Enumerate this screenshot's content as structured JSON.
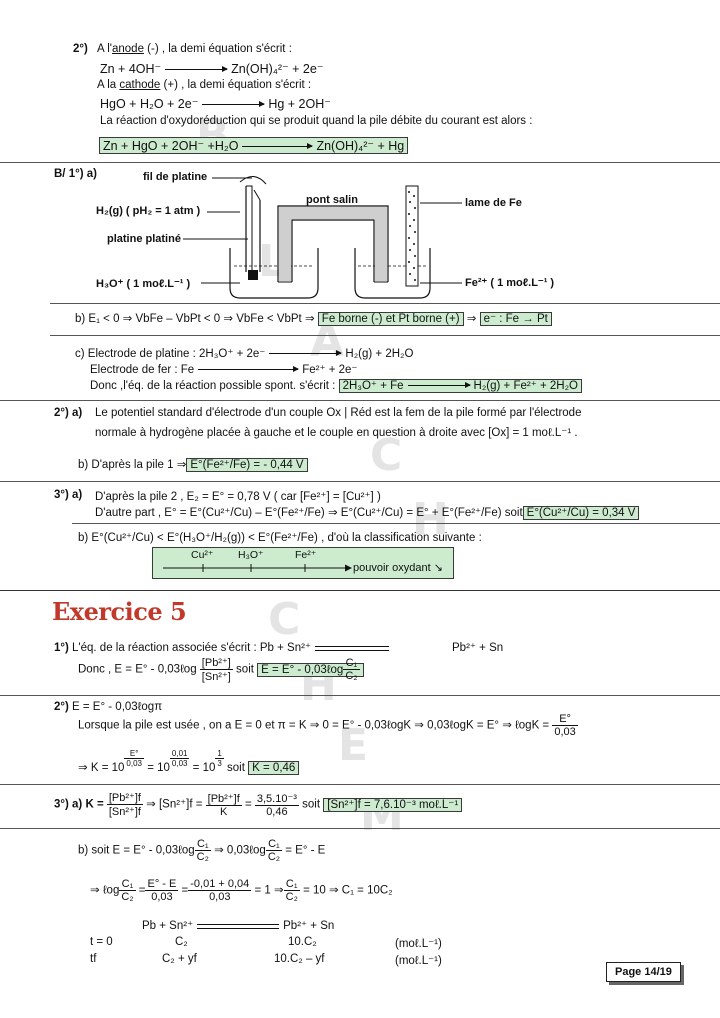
{
  "watermark": [
    "B",
    "L",
    "A",
    "C",
    "H",
    "C",
    "H",
    "E",
    "M"
  ],
  "part_a": {
    "q2_label": "2°)",
    "anode_pre": "A l'",
    "anode_word": "anode",
    "anode_post": " (-) ,  la demi équation s'écrit :",
    "anode_eq_left": "Zn + 4OH⁻",
    "anode_eq_right": "Zn(OH)₄²⁻ + 2e⁻",
    "cathode_pre": "A la ",
    "cathode_word": "cathode",
    "cathode_post": " (+) ,  la demi équation s'écrit :",
    "cathode_eq_left": "HgO + H₂O + 2e⁻",
    "cathode_eq_right": "Hg + 2OH⁻",
    "redox_sentence": "La réaction d'oxydoréduction qui se produit quand la pile débite du courant est alors :",
    "redox_left": "Zn + HgO + 2OH⁻ +H₂O",
    "redox_right": "Zn(OH)₄²⁻ + Hg"
  },
  "part_b": {
    "label": "B/  1°) a)",
    "diagram": {
      "fil_de_platine": "fil de platine",
      "h2": "H₂(g) ( pH₂ = 1 atm )",
      "platine_platine": "platine platiné",
      "h3o": "H₃O⁺ ( 1 moℓ.L⁻¹ )",
      "pont_salin": "pont salin",
      "lame_de_fe": "lame de Fe",
      "fe2": "Fe²⁺ ( 1 moℓ.L⁻¹ )"
    },
    "b_label": "b) E₁ < 0 ⇒ V",
    "b_line": "b) E₁ < 0 ⇒ VbFe – VbPt < 0 ⇒ VbFe < VbPt ⇒",
    "b_box1": "Fe borne (-) et Pt borne (+)",
    "b_implies": "⇒",
    "b_box2": "e⁻ : Fe → Pt",
    "c_line1_left": "c) Electrode de platine : 2H₃O⁺ + 2e⁻",
    "c_line1_right": "H₂(g) + 2H₂O",
    "c_line2_left": "Electrode    de    fer :          Fe",
    "c_line2_right": "Fe²⁺ + 2e⁻",
    "c_line3_text": "Donc ,l'éq. de la réaction possible spont. s'écrit :",
    "c_box_left": "2H₃O⁺ +  Fe",
    "c_box_right": "H₂(g) + Fe²⁺ + 2H₂O"
  },
  "q2b": {
    "label": "2°) a)",
    "line1": "Le potentiel  standard  d'électrode  d'un  couple Ox | Réd  est  la  fem de la pile formé par l'électrode",
    "line2": "normale à hydrogène placée à gauche et le couple en question à droite avec [Ox] = 1 moℓ.L⁻¹ .",
    "b_text": "b) D'après la pile 1 ⇒",
    "b_box": "E°(Fe²⁺/Fe) = - 0,44 V"
  },
  "q3b": {
    "label": "3°) a)",
    "line1": "D'après la pile 2 , E₂ = E° = 0,78 V ( car [Fe²⁺] = [Cu²⁺] )",
    "line2": "D'autre part ,  E° = E°(Cu²⁺/Cu) – E°(Fe²⁺/Fe) ⇒ E°(Cu²⁺/Cu) = E° + E°(Fe²⁺/Fe) soit",
    "line2_box": "E°(Cu²⁺/Cu) = 0,34 V",
    "b_line": "b) E°(Cu²⁺/Cu) < E°(H₃O⁺/H₂(g)) < E°(Fe²⁺/Fe) , d'où la classification suivante :",
    "scale_labels": [
      "Cu²⁺",
      "H₃O⁺",
      "Fe²⁺"
    ],
    "scale_text": "pouvoir oxydant ↘"
  },
  "exercice5": {
    "title": "Exercice 5",
    "q1_label": "1°)",
    "q1_text": "L'éq.  de la réaction associée s'écrit :  Pb  +  Sn²⁺",
    "q1_right": "Pb²⁺  +  Sn",
    "donc": "Donc , E = E° - 0,03ℓog",
    "frac_pb": "[Pb²⁺]",
    "frac_sn": "[Sn²⁺]",
    "soit": "soit",
    "box_e": "E = E° - 0,03ℓog",
    "c1": "C₁",
    "c2": "C₂",
    "q2_label": "2°)",
    "q2_line": "E = E° - 0,03ℓogπ",
    "q2_used": "Lorsque la pile est usée , on a E = 0 et π = K ⇒ 0 = E° - 0,03ℓogK ⇒ 0,03ℓogK = E° ⇒ ℓogK =",
    "e0": "E°",
    "d003": "0,03",
    "k_line_pre": "⇒ K = 10",
    "k_exp1_n": "E°",
    "k_exp1_d": "0,03",
    "k_mid": "= 10",
    "k_exp2_n": "0,01",
    "k_exp2_d": "0,03",
    "k_mid2": "= 10",
    "k_exp3_n": "1",
    "k_exp3_d": "3",
    "k_soit": "soit",
    "k_box": "K = 0,46",
    "q3_label": "3°) a) K =",
    "q3_n1": "[Pb²⁺]f",
    "q3_d1": "[Sn²⁺]f",
    "q3_mid": "⇒ [Sn²⁺]f =",
    "q3_n2": "[Pb²⁺]f",
    "q3_d2": "K",
    "q3_eq": "=",
    "q3_n3": "3,5.10⁻³",
    "q3_d3": "0,46",
    "q3_soit": "soit",
    "q3_box": "[Sn²⁺]f = 7,6.10⁻³ moℓ.L⁻¹",
    "b_pre": "b) soit  E = E° - 0,03ℓog",
    "b_mid": "⇒ 0,03ℓog",
    "b_end": "= E° - E",
    "r_pre": "⇒ ℓog",
    "r_eq1": "=",
    "r_n1": "E° - E",
    "r_d1": "0,03",
    "r_eq2": "=",
    "r_n2": "-0,01 + 0,04",
    "r_d2": "0,03",
    "r_end": "= 1 ⇒",
    "r_final": "= 10 ⇒ C₁ = 10C₂",
    "tbl_eq_left": "Pb  +  Sn²⁺",
    "tbl_eq_right": "Pb²⁺  +  Sn",
    "rows": [
      {
        "t": "t = 0",
        "c1": "C₂",
        "c2": "10.C₂",
        "u": "(moℓ.L⁻¹)"
      },
      {
        "t": "tf",
        "c1": "C₂ + yf",
        "c2": "10.C₂ – yf",
        "u": "(moℓ.L⁻¹)"
      }
    ]
  },
  "footer": {
    "page": "Page 14/19"
  }
}
